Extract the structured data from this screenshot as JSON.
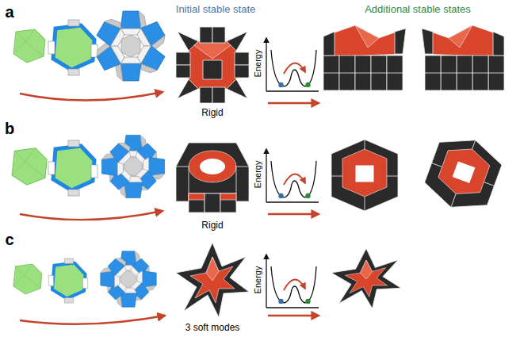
{
  "diagram": {
    "labels": [
      "Initial stable state",
      "Additional stable states",
      "a",
      "Energy",
      "Rigid",
      "b",
      "Energy",
      "Rigid",
      "c",
      "Energy",
      "3 soft modes"
    ]
  }
}
